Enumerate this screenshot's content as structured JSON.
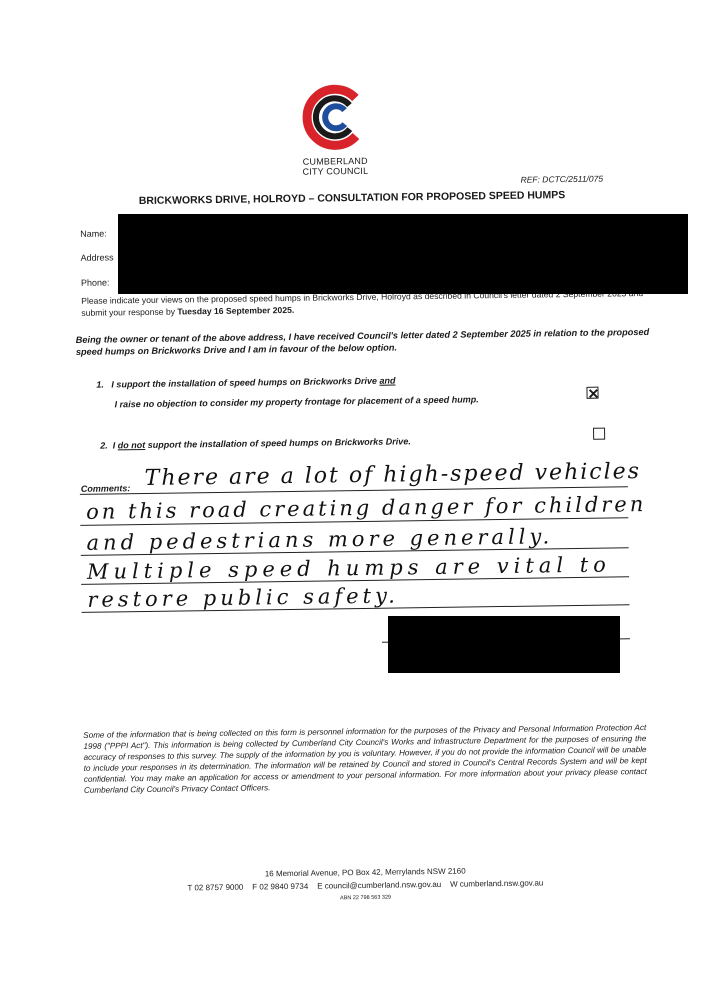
{
  "header": {
    "council_name_line1": "CUMBERLAND",
    "council_name_line2": "CITY COUNCIL",
    "ref": "REF: DCTC/2511/075",
    "title": "BRICKWORKS DRIVE, HOLROYD – CONSULTATION FOR PROPOSED SPEED HUMPS"
  },
  "fields": {
    "name_label": "Name:",
    "address_label": "Address",
    "phone_label": "Phone:"
  },
  "intro": {
    "text": "Please indicate your views on the proposed speed humps in Brickworks Drive, Holroyd as described in Council's letter dated 2 September 2025 and submit your response by ",
    "deadline": "Tuesday 16 September 2025."
  },
  "declaration": "Being the owner or tenant of the above address, I have received Council's letter dated 2 September 2025 in relation to the proposed speed humps on Brickworks Drive and I am in favour of the below option.",
  "options": [
    {
      "number": "1.",
      "line1": "I support the installation of speed humps on Brickworks Drive ",
      "line1_underlined": "and",
      "line2": "I raise no objection to consider my property frontage for placement of a speed hump.",
      "checked": true
    },
    {
      "number": "2.",
      "prefix": "I ",
      "underlined": "do not",
      "line1": " support the installation of speed humps on Brickworks Drive.",
      "checked": false
    }
  ],
  "comments": {
    "label": "Comments:",
    "lines": [
      "There are a lot of high-speed vehicles",
      "on this road creating danger for children",
      "and pedestrians more generally.",
      "Multiple speed humps are vital to",
      "restore public safety."
    ]
  },
  "privacy": "Some of the information that is being collected on this form is personnel information for the purposes of the Privacy and Personal Information Protection Act 1998 (\"PPPI Act\"). This information is being collected by Cumberland City Council's Works and Infrastructure Department for the purposes of ensuring the accuracy of responses to this survey. The supply of the information by you is voluntary. However, if you do not provide the information Council will be unable to include your responses in its determination. The information will be retained by Council and stored in Council's Central Records System and will be kept confidential. You may make an application for access or amendment to your personal information. For more information about your privacy please contact Cumberland City Council's Privacy Contact Officers.",
  "footer": {
    "address": "16 Memorial Avenue, PO Box 42, Merrylands NSW 2160",
    "contact": "T 02 8757 9000    F 02 9840 9734    E council@cumberland.nsw.gov.au    W cumberland.nsw.gov.au",
    "abn": "ABN 22 798 563 329"
  },
  "colors": {
    "logo_red": "#d8232a",
    "logo_blue": "#1f4e9c",
    "logo_dark": "#1a1a1a"
  }
}
